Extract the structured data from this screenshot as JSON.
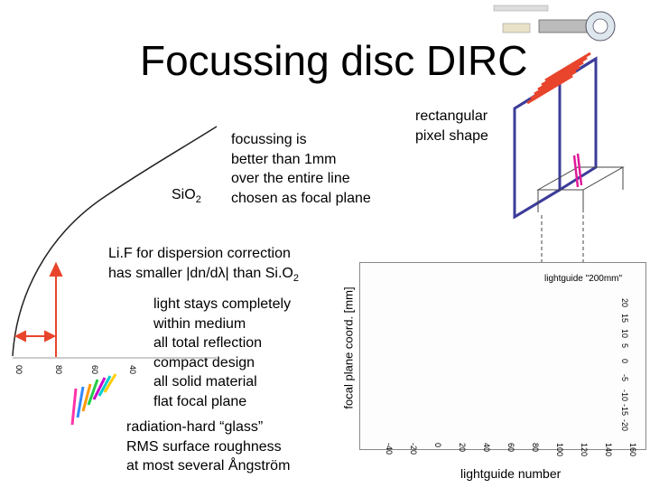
{
  "title": "Focussing disc DIRC",
  "labels": {
    "sio2": "Si",
    "sio2_o": "O",
    "sio2_sub": "2",
    "focussing": [
      "focussing is",
      "better than 1mm",
      "over the entire line",
      "chosen as focal plane"
    ],
    "lif_line1": "Li.F for dispersion correction",
    "lif_line2_a": "has smaller |dn/d",
    "lif_line2_lambda": "λ",
    "lif_line2_b": "| than Si.O",
    "lif_line2_sub": "2",
    "properties": [
      "light stays completely",
      "within medium",
      "all total reflection",
      "compact design",
      "all solid material",
      "flat focal plane"
    ],
    "radiation": [
      "radiation-hard “glass”",
      "RMS surface roughness",
      "at most several Ångström"
    ],
    "rectangular": [
      "rectangular",
      "pixel shape"
    ],
    "disc_ticks": [
      "00",
      "80",
      "60",
      "40"
    ]
  },
  "plot": {
    "title": "lightguide \"200mm\"",
    "xlabel": "lightguide number",
    "ylabel": "focal plane coord. [mm]",
    "xticks": [
      "-40",
      "-20",
      "0",
      "20",
      "40",
      "60",
      "80",
      "100",
      "120",
      "140",
      "160"
    ],
    "yticks": [
      "20",
      "15",
      "10",
      "5",
      "0",
      "-5",
      "-10",
      "-15",
      "-20"
    ]
  },
  "colors": {
    "accent_red": "#e8452c",
    "frame_blue": "#3c3c9a",
    "magenta": "#e0199a"
  }
}
